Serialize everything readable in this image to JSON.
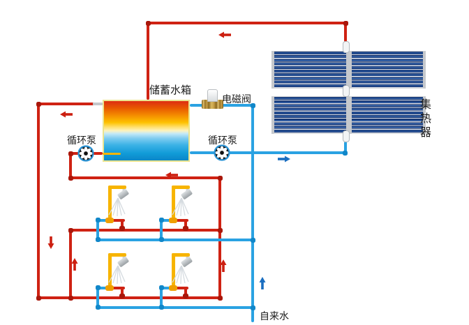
{
  "diagram": {
    "type": "solar-water-heating-system-schematic",
    "background": "#ffffff"
  },
  "labels": {
    "storage_tank": "储蓄水箱",
    "solenoid_valve": "电磁阀",
    "circulation_pump": "循环泵",
    "collector": "集热器",
    "tap_water": "自来水"
  },
  "colors": {
    "hot_pipe": "#cf2213",
    "hot_joint": "#a9170b",
    "cold_pipe": "#2aa2e2",
    "cold_joint": "#1187c9",
    "mixed_pipe": "#f7b400",
    "tank_border": "#ece48e",
    "tank_gradient_top": "#dd2d12",
    "tank_gradient_mid": "#ffe170",
    "tank_gradient_bottom": "#0b86c8",
    "collector_tube_dark": "#10306e",
    "collector_tube_light": "#4a7ec8",
    "collector_frame": "#c6c9cd",
    "pump_ring": "#2a93d5",
    "valve_brass": "#c8a04a",
    "arrow_hot": "#cc1f10",
    "arrow_cold": "#1a6ec0",
    "label_text": "#1c1c1c"
  },
  "icons": {
    "pump_icon": "impeller-fan",
    "shower_icon": "shower-head-with-spray",
    "valve_icon": "solenoid-valve",
    "flow_arrow_icons": [
      "left",
      "left",
      "left",
      "down",
      "up",
      "up",
      "right",
      "up"
    ]
  },
  "components": {
    "collector_panels": 4,
    "showers": 4,
    "pumps": 2
  }
}
